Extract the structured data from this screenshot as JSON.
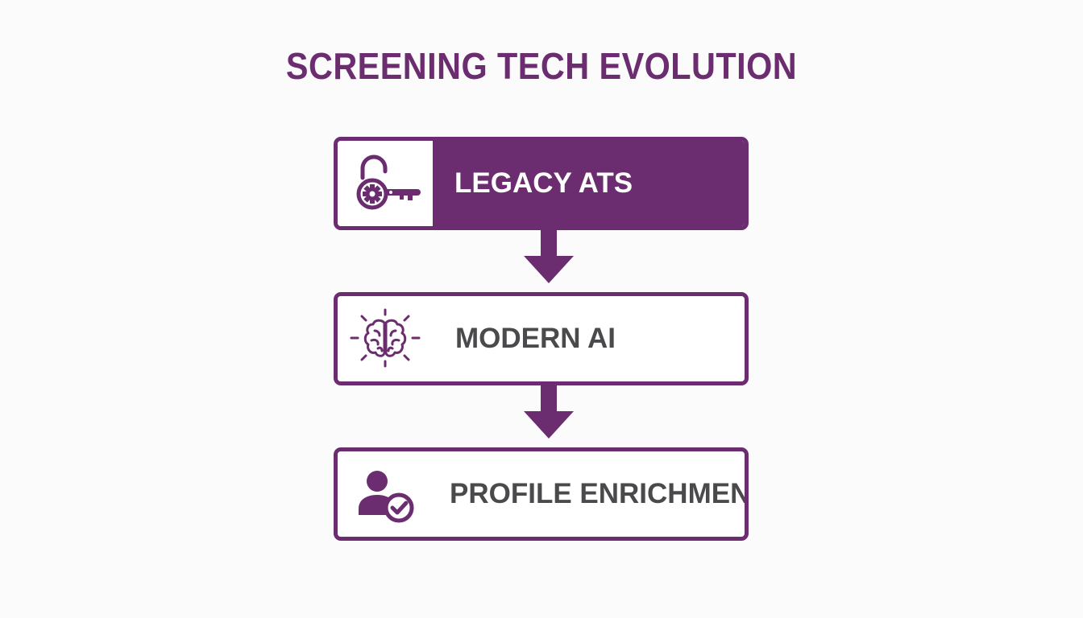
{
  "title": "SCREENING TECH EVOLUTION",
  "steps": [
    {
      "label": "LEGACY ATS",
      "icon": "lock-gear-key-icon",
      "style": "filled"
    },
    {
      "label": "MODERN AI",
      "icon": "brain-icon",
      "style": "outlined"
    },
    {
      "label": "PROFILE ENRICHMENT",
      "icon": "user-check-icon",
      "style": "outlined"
    }
  ],
  "colors": {
    "primary": "#6b2d6f",
    "text_dark": "#4a4a4c",
    "background": "#fbfbfc"
  }
}
